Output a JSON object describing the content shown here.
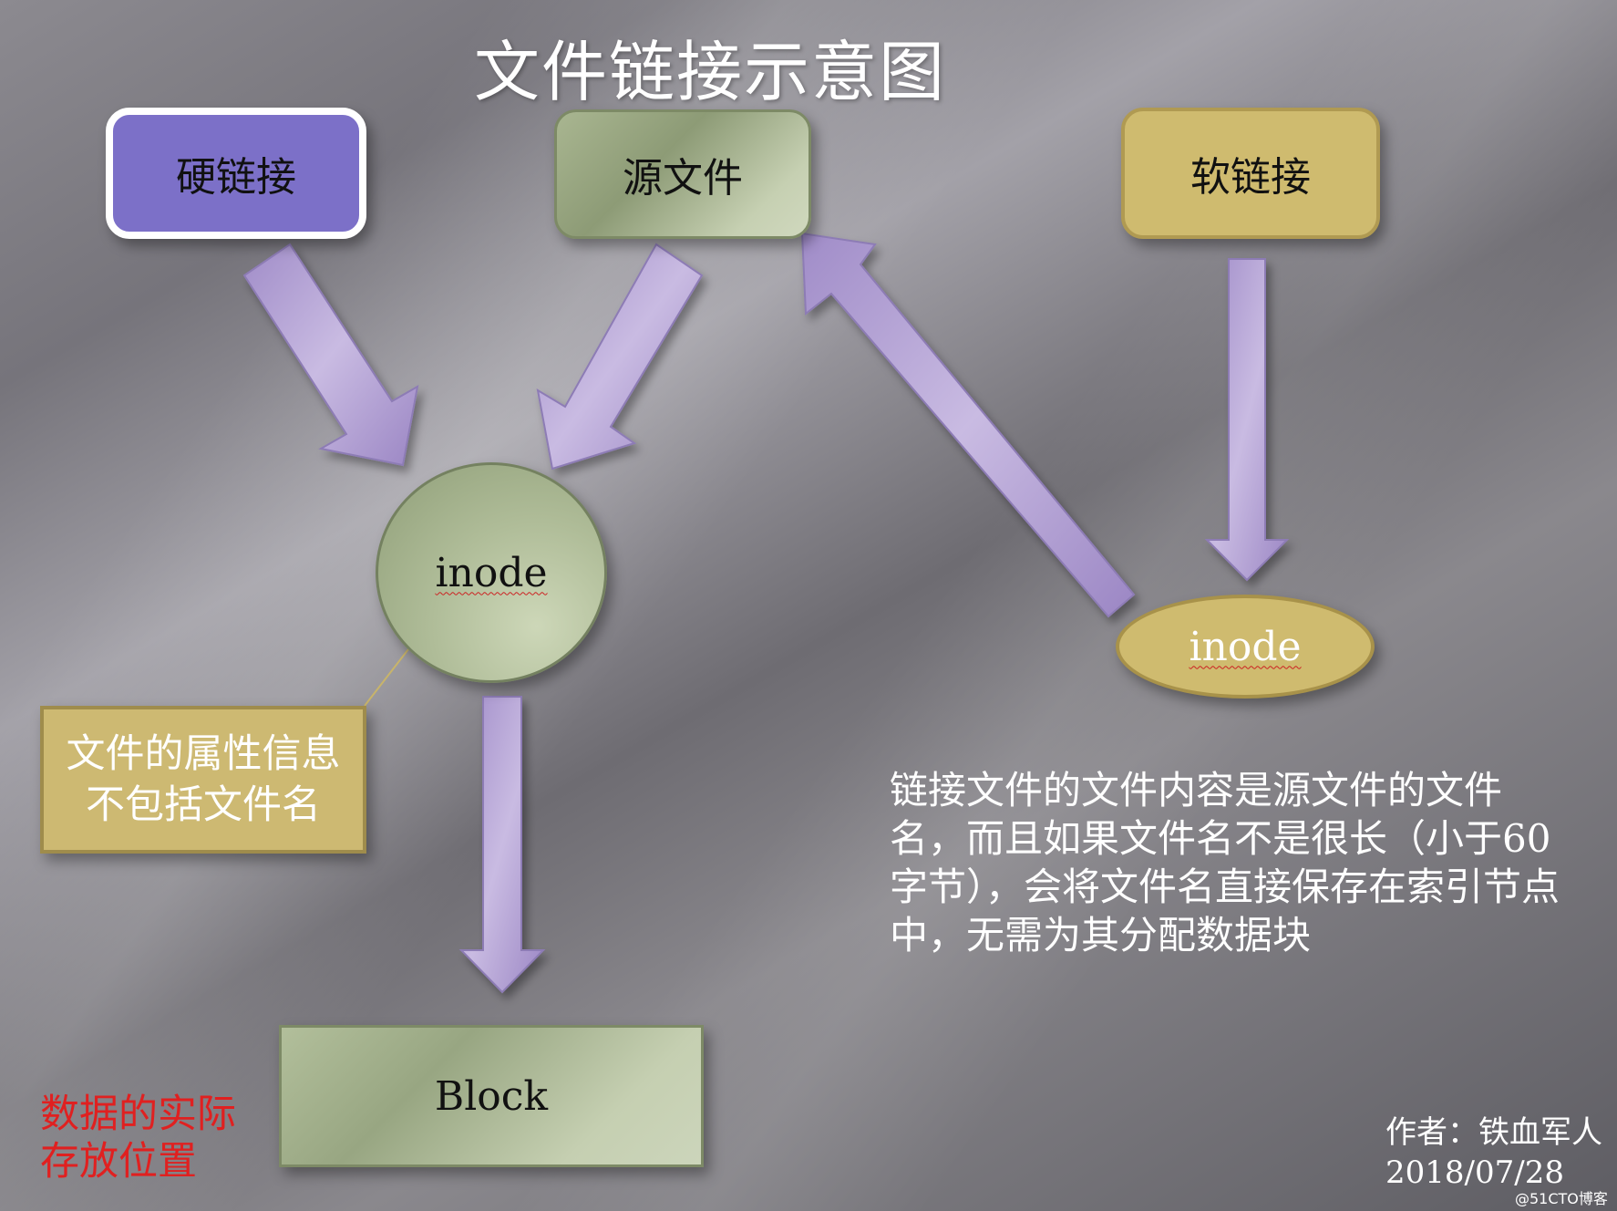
{
  "title": "文件链接示意图",
  "nodes": {
    "hard_link": "硬链接",
    "source_file": "源文件",
    "soft_link": "软链接",
    "inode_main": "inode",
    "inode_soft": "inode",
    "block": "Block"
  },
  "callout": {
    "line1": "文件的属性信息",
    "line2": "不包括文件名"
  },
  "description": "链接文件的文件内容是源文件的文件名，而且如果文件名不是很长（小于60字节），会将文件名直接保存在索引节点中，无需为其分配数据块",
  "red_note": {
    "line1": "数据的实际",
    "line2": "存放位置"
  },
  "author": {
    "name": "作者：铁血军人",
    "date": "2018/07/28"
  },
  "watermark": "@51CTO博客",
  "colors": {
    "arrow": "#b8a6d6",
    "hard_link_fill": "#7c70c8",
    "soft_link_fill": "#cfbb6f",
    "green_fill": "#aab894",
    "red_text": "#e02020"
  }
}
